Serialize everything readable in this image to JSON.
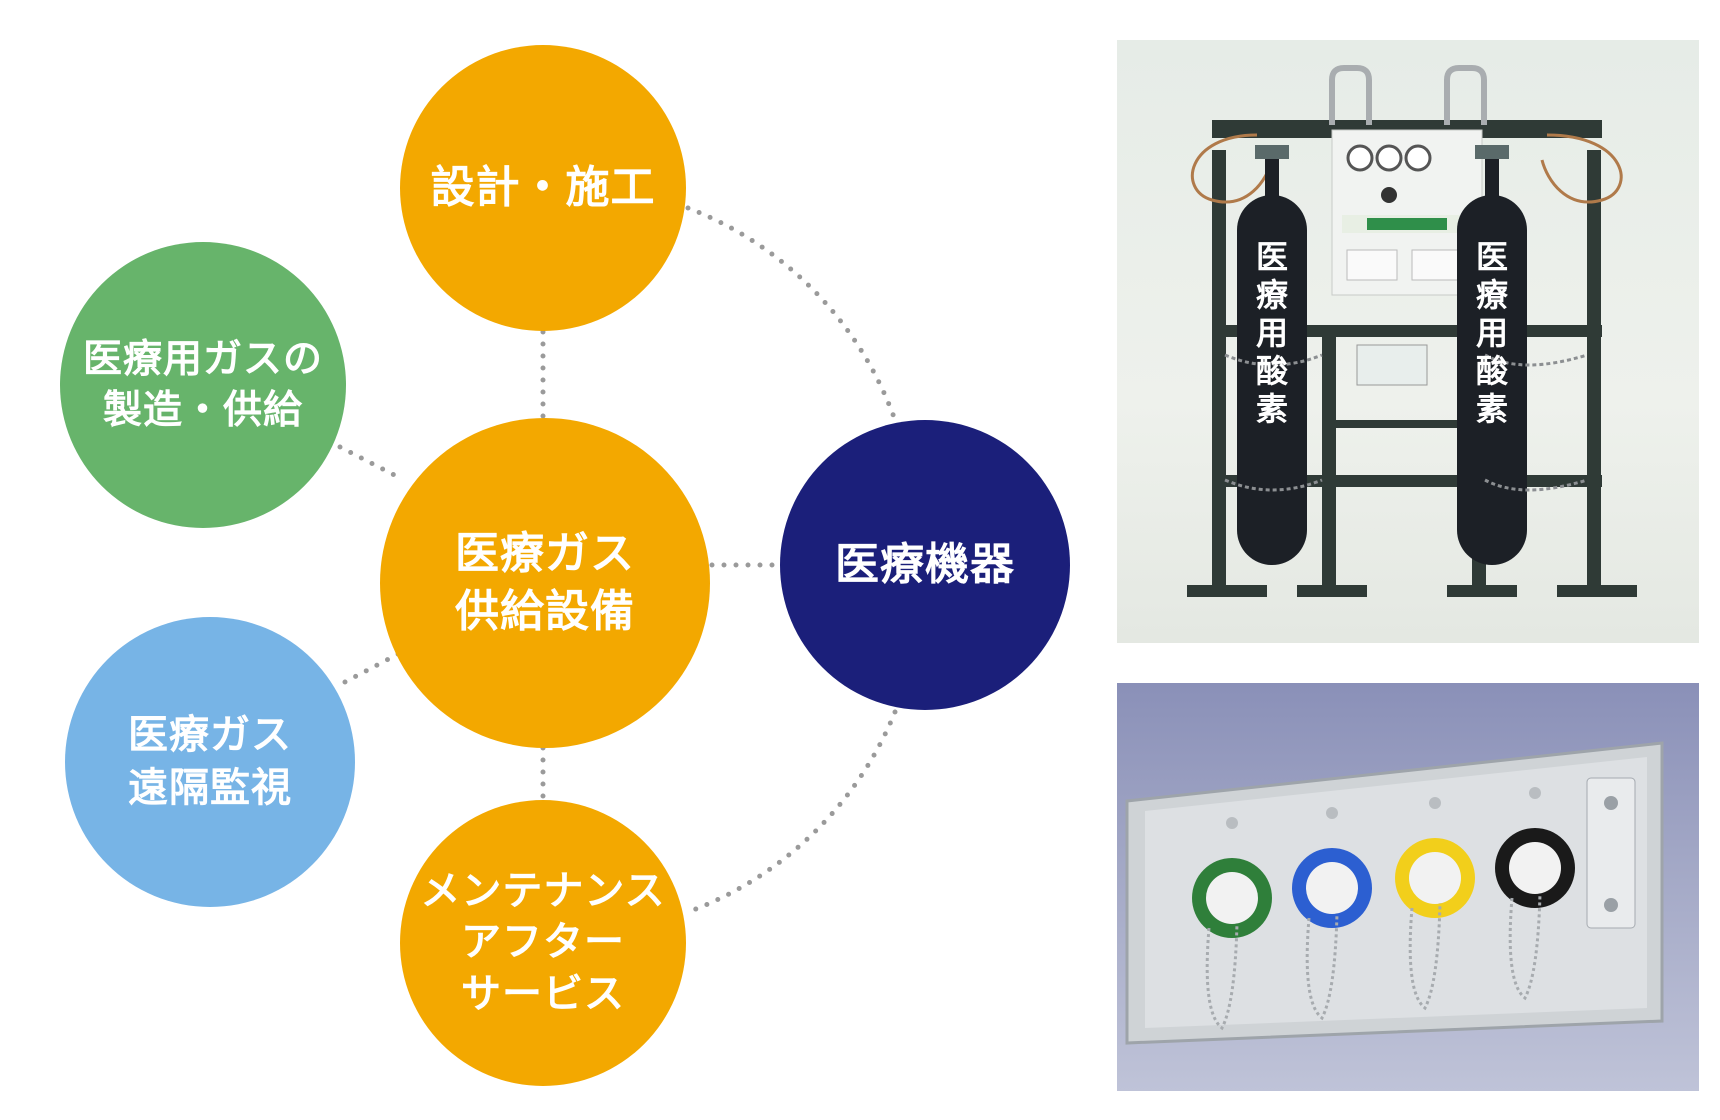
{
  "nodes": {
    "design": {
      "label": "設計・施工",
      "color": "#f3a800"
    },
    "gas_manufacturing": {
      "label": "医療用ガスの\n製造・供給",
      "color": "#67b46b"
    },
    "supply_equipment": {
      "label": "医療ガス\n供給設備",
      "color": "#f3a800"
    },
    "medical_devices": {
      "label": "医療機器",
      "color": "#1b1f7a"
    },
    "remote_monitoring": {
      "label": "医療ガス\n遠隔監視",
      "color": "#77b4e6"
    },
    "maintenance": {
      "label": "メンテナンス\nアフター\nサービス",
      "color": "#f3a800"
    }
  },
  "colors": {
    "connector": "#9a9a9a",
    "cylinder": "#1c2026",
    "cylinder_text": "#ffffff",
    "frame": "#2f3a36"
  },
  "photos": {
    "cylinders": {
      "icon": "oxygen-cylinder-manifold-photo",
      "cylinder_label": "医\n療\n用\n酸\n素"
    },
    "outlets": {
      "icon": "gas-outlet-panel-photo",
      "outlet_colors": [
        "#2f7f3a",
        "#2c5fd1",
        "#f2cf1b",
        "#1a1a1a"
      ]
    }
  }
}
